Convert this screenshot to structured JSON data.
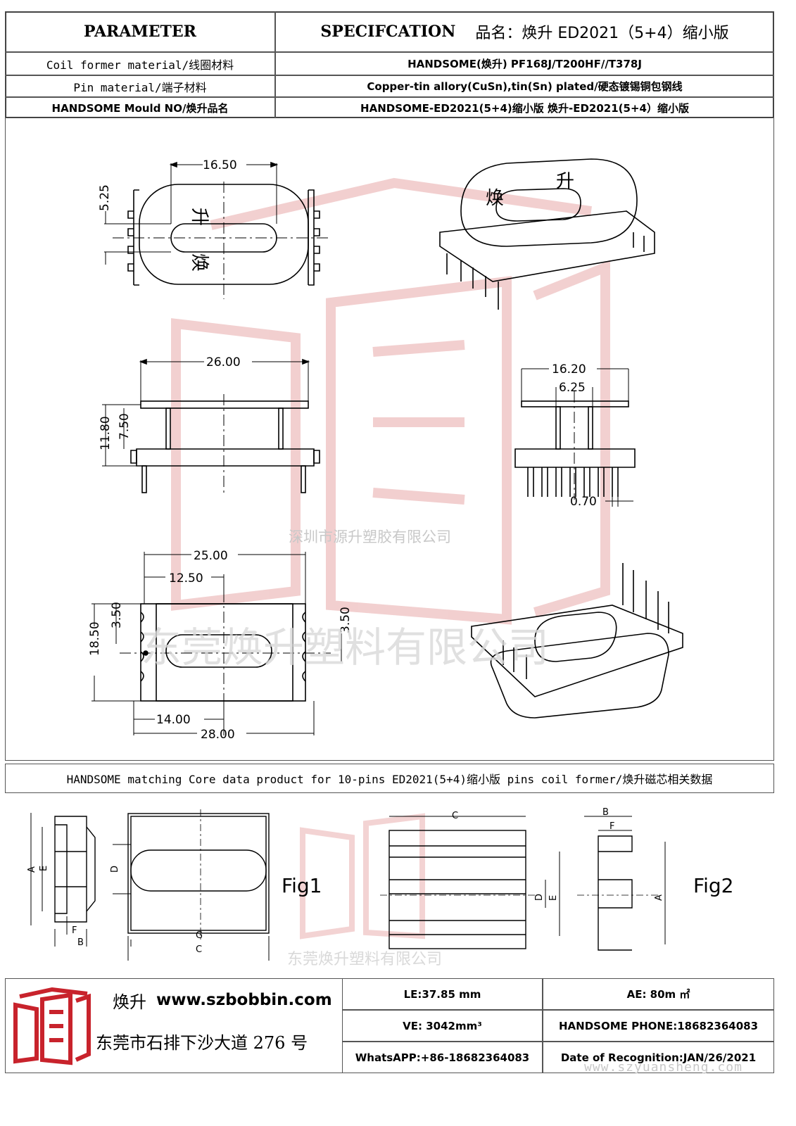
{
  "header": {
    "parameter": "PARAMETER",
    "spec_label": "SPECIFCATION",
    "product_name": "品名：焕升 ED2021（5+4）缩小版"
  },
  "rows": [
    {
      "label": "Coil former material/线圈材料",
      "value": "HANDSOME(焕升)  PF168J/T200HF//T378J"
    },
    {
      "label": "Pin material/端子材料",
      "value": "Copper-tin allory(CuSn),tin(Sn) plated/硬态镀锡铜包钢线"
    },
    {
      "label": "HANDSOME Mould NO/焕升品名",
      "value": "HANDSOME-ED2021(5+4)缩小版 焕升-ED2021(5+4）缩小版"
    }
  ],
  "drawing": {
    "top_width": "16.50",
    "top_slot": "5.25",
    "front_width": "26.00",
    "front_height": "11.80",
    "front_inner": "7.50",
    "side_width": "16.20",
    "side_inner": "6.25",
    "pin_dia": "0.70",
    "bottom_length": "25.00",
    "bottom_half": "12.50",
    "bottom_width": "18.50",
    "pitch_left": "3.50",
    "pitch_right": "3.50",
    "bottom_14": "14.00",
    "bottom_28": "28.00",
    "body_char_1": "焕",
    "body_char_2": "升"
  },
  "watermarks": {
    "small_company": "深圳市源升塑胶有限公司",
    "big_company": "东莞焕升塑料有限公司",
    "core_company": "东莞焕升塑料有限公司",
    "site": "www.szyuansheng.com"
  },
  "core": {
    "description": "HANDSOME matching Core data  product for 10-pins ED2021(5+4)缩小版 pins coil former/焕升磁芯相关数据",
    "fig1": "Fig1",
    "fig2": "Fig2",
    "labels": {
      "A": "A",
      "B": "B",
      "C": "C",
      "D": "D",
      "E": "E",
      "F": "F",
      "G": "G"
    }
  },
  "footer": {
    "brand": "焕升",
    "website": "www.szbobbin.com",
    "address": "东莞市石排下沙大道 276 号",
    "le": "LE:37.85 mm",
    "ae": "AE: 80m ㎡",
    "ve": "VE: 3042mm³",
    "phone": "HANDSOME PHONE:18682364083",
    "whatsapp": "WhatsAPP:+86-18682364083",
    "date": "Date of Recognition:JAN/26/2021"
  },
  "colors": {
    "watermark": "#e8a9a9",
    "logo_red": "#c8232c",
    "line": "#000000"
  }
}
